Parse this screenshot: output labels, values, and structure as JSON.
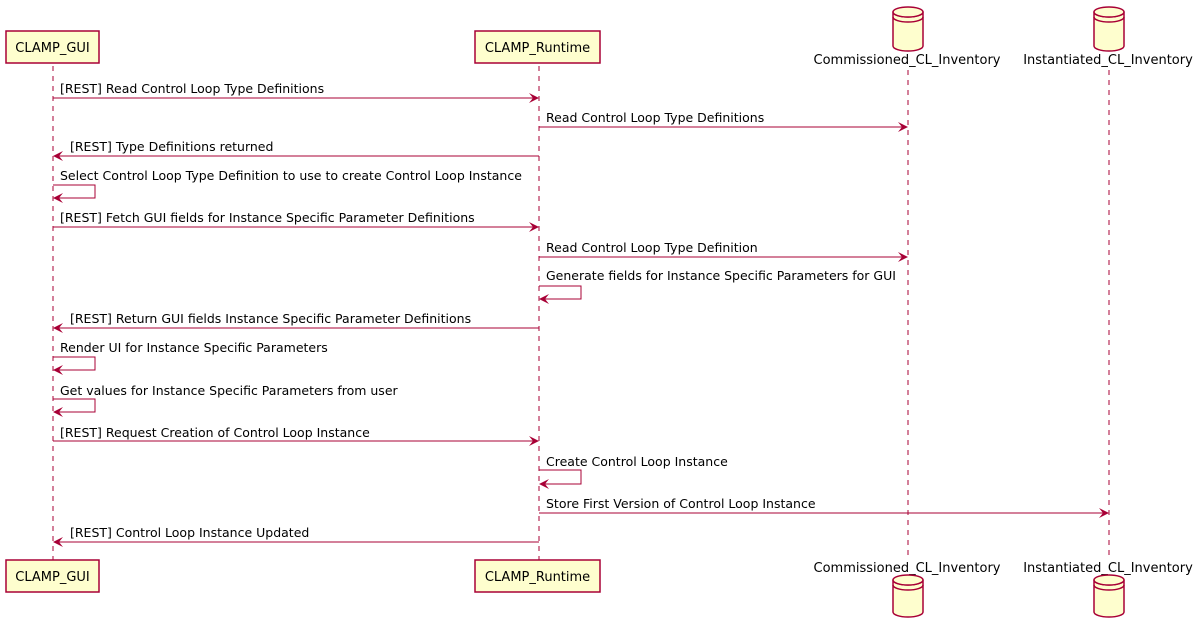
{
  "participants": [
    {
      "id": "gui",
      "label": "CLAMP_GUI",
      "kind": "participant"
    },
    {
      "id": "rt",
      "label": "CLAMP_Runtime",
      "kind": "participant"
    },
    {
      "id": "comm",
      "label": "Commissioned_CL_Inventory",
      "kind": "database"
    },
    {
      "id": "inst",
      "label": "Instantiated_CL_Inventory",
      "kind": "database"
    }
  ],
  "messages": [
    {
      "from": "gui",
      "to": "rt",
      "label": "[REST] Read Control Loop Type Definitions"
    },
    {
      "from": "rt",
      "to": "comm",
      "label": "Read Control Loop Type Definitions"
    },
    {
      "from": "rt",
      "to": "gui",
      "label": "[REST] Type Definitions returned"
    },
    {
      "from": "gui",
      "to": "gui",
      "label": "Select Control Loop Type Definition to use to create Control Loop Instance"
    },
    {
      "from": "gui",
      "to": "rt",
      "label": "[REST] Fetch GUI fields for Instance Specific Parameter Definitions"
    },
    {
      "from": "rt",
      "to": "comm",
      "label": "Read Control Loop Type Definition"
    },
    {
      "from": "rt",
      "to": "rt",
      "label": "Generate fields for Instance Specific Parameters for GUI"
    },
    {
      "from": "rt",
      "to": "gui",
      "label": "[REST] Return GUI fields Instance Specific Parameter Definitions"
    },
    {
      "from": "gui",
      "to": "gui",
      "label": "Render UI for Instance Specific Parameters"
    },
    {
      "from": "gui",
      "to": "gui",
      "label": "Get values for Instance Specific Parameters from user"
    },
    {
      "from": "gui",
      "to": "rt",
      "label": "[REST] Request Creation of Control Loop Instance"
    },
    {
      "from": "rt",
      "to": "rt",
      "label": "Create Control Loop Instance"
    },
    {
      "from": "rt",
      "to": "inst",
      "label": "Store First Version of Control Loop Instance"
    },
    {
      "from": "rt",
      "to": "gui",
      "label": "[REST] Control Loop Instance Updated"
    }
  ],
  "colors": {
    "line": "#a80036",
    "fill": "#fefece"
  }
}
